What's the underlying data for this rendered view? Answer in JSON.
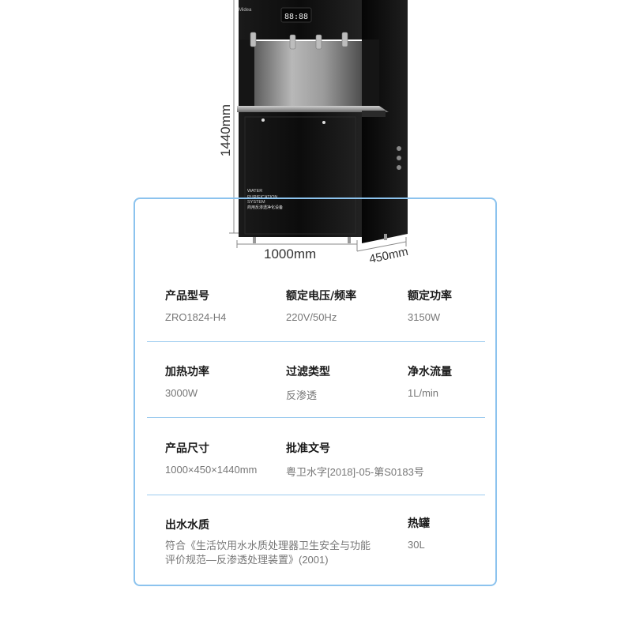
{
  "product": {
    "brand": "Midea",
    "display_readout": "88:88",
    "panel_text_line1": "WATER",
    "panel_text_line2": "PURIFICATION",
    "panel_text_line3": "SYSTEM",
    "panel_text_cn": "商用反渗透净化设备"
  },
  "dimensions": {
    "height": "1440mm",
    "width": "1000mm",
    "depth": "450mm"
  },
  "specs": {
    "rows": [
      [
        {
          "label": "产品型号",
          "value": "ZRO1824-H4"
        },
        {
          "label": "额定电压/频率",
          "value": "220V/50Hz"
        },
        {
          "label": "额定功率",
          "value": "3150W"
        }
      ],
      [
        {
          "label": "加热功率",
          "value": "3000W"
        },
        {
          "label": "过滤类型",
          "value": "反渗透"
        },
        {
          "label": "净水流量",
          "value": "1L/min"
        }
      ],
      [
        {
          "label": "产品尺寸",
          "value": "1000×450×1440mm"
        },
        {
          "label": "批准文号",
          "value": "粤卫水字[2018]-05-第S0183号"
        }
      ],
      [
        {
          "label": "出水水质",
          "value": "符合《生活饮用水水质处理器卫生安全与功能评价规范—反渗透处理装置》(2001)"
        },
        {
          "label": "热罐",
          "value": "30L"
        }
      ]
    ]
  },
  "colors": {
    "card_border": "#8cc3ee",
    "machine_body": "#111111",
    "steel_panel": "#9a9a9a"
  }
}
